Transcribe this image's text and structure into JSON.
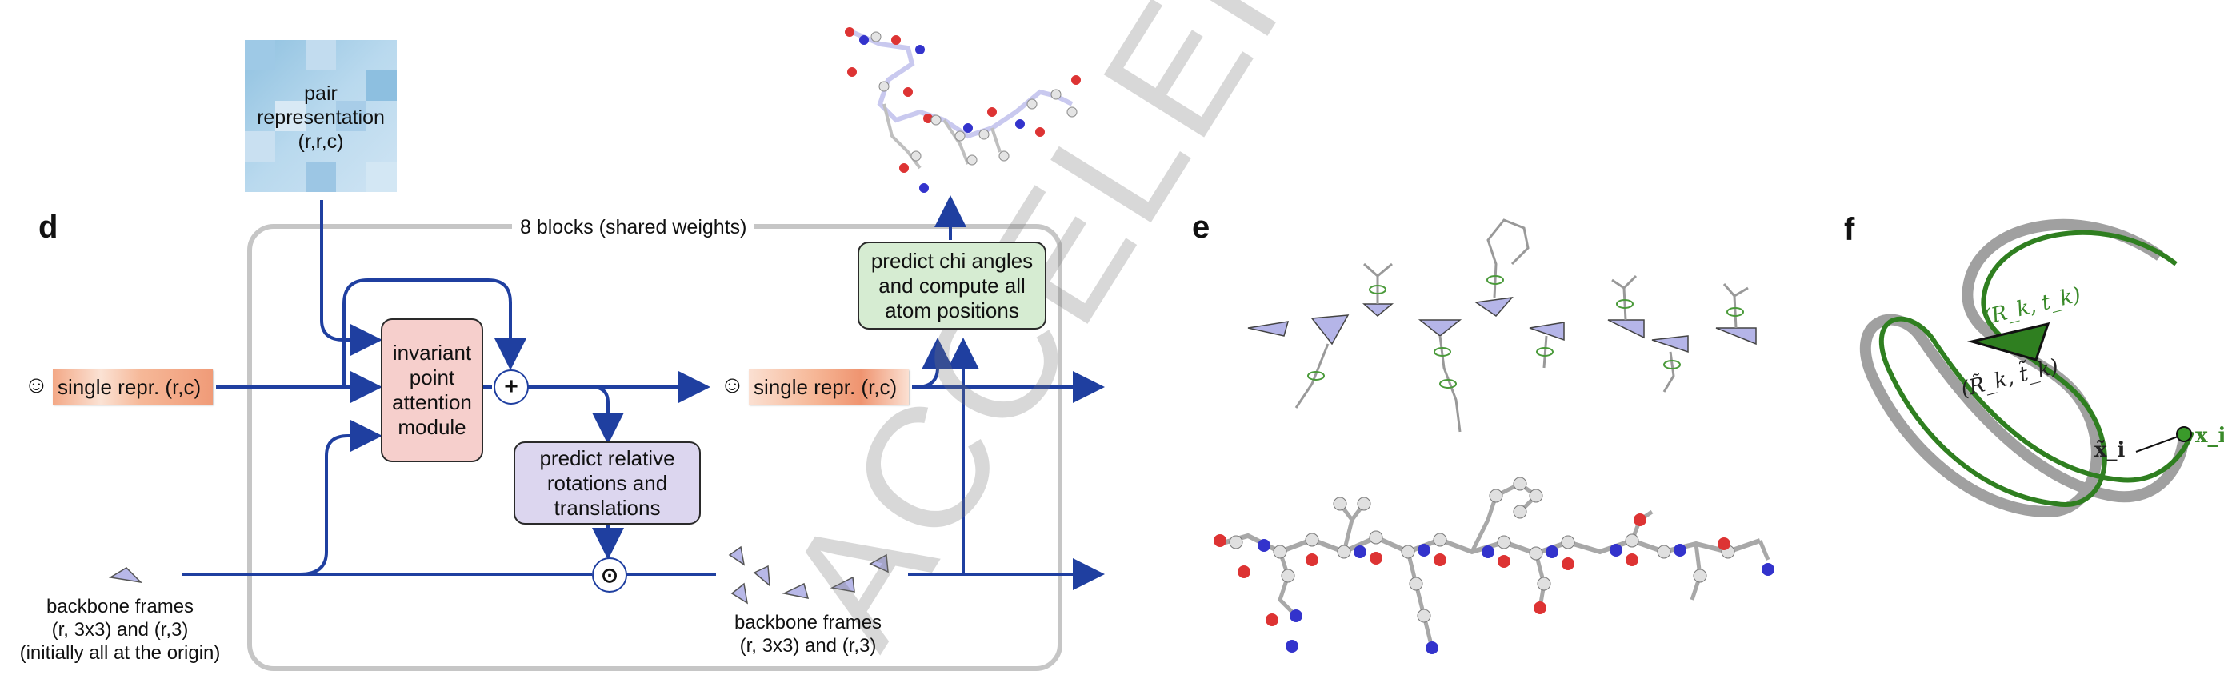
{
  "panels": {
    "d": "d",
    "e": "e",
    "f": "f"
  },
  "watermark": "ACCELERATED ARTICLE",
  "pair_box": {
    "line1": "pair",
    "line2": "representation",
    "line3": "(r,r,c)"
  },
  "loop_label": "8 blocks (shared weights)",
  "single_in": "single repr. (r,c)",
  "single_out": "single repr. (r,c)",
  "ipa": {
    "line1": "invariant",
    "line2": "point",
    "line3": "attention",
    "line4": "module"
  },
  "predict_rel": {
    "line1": "predict relative",
    "line2": "rotations and",
    "line3": "translations"
  },
  "predict_chi": {
    "line1": "predict chi angles",
    "line2": "and compute all",
    "line3": "atom positions"
  },
  "plus_symbol": "+",
  "compose_symbol": "⊙",
  "backbone_in": {
    "line1": "backbone frames",
    "line2": "(r, 3x3) and (r,3)",
    "line3": "(initially all at the origin)"
  },
  "backbone_out": {
    "line1": "backbone frames",
    "line2": "(r, 3x3) and (r,3)"
  },
  "f_labels": {
    "frame_true": "(R_k, t_k)",
    "frame_pred": "(R̃_k, t̃_k)",
    "x_true": "x_i",
    "x_pred": "x̃_i"
  },
  "colors": {
    "arrow": "#1f3fa0",
    "ipa_fill": "#f6cfcc",
    "rel_fill": "#dcd6ef",
    "chi_fill": "#d6ecd2",
    "loop_border": "#c6c6c6",
    "green": "#3a8a2a",
    "grey": "#9a9a9a"
  }
}
